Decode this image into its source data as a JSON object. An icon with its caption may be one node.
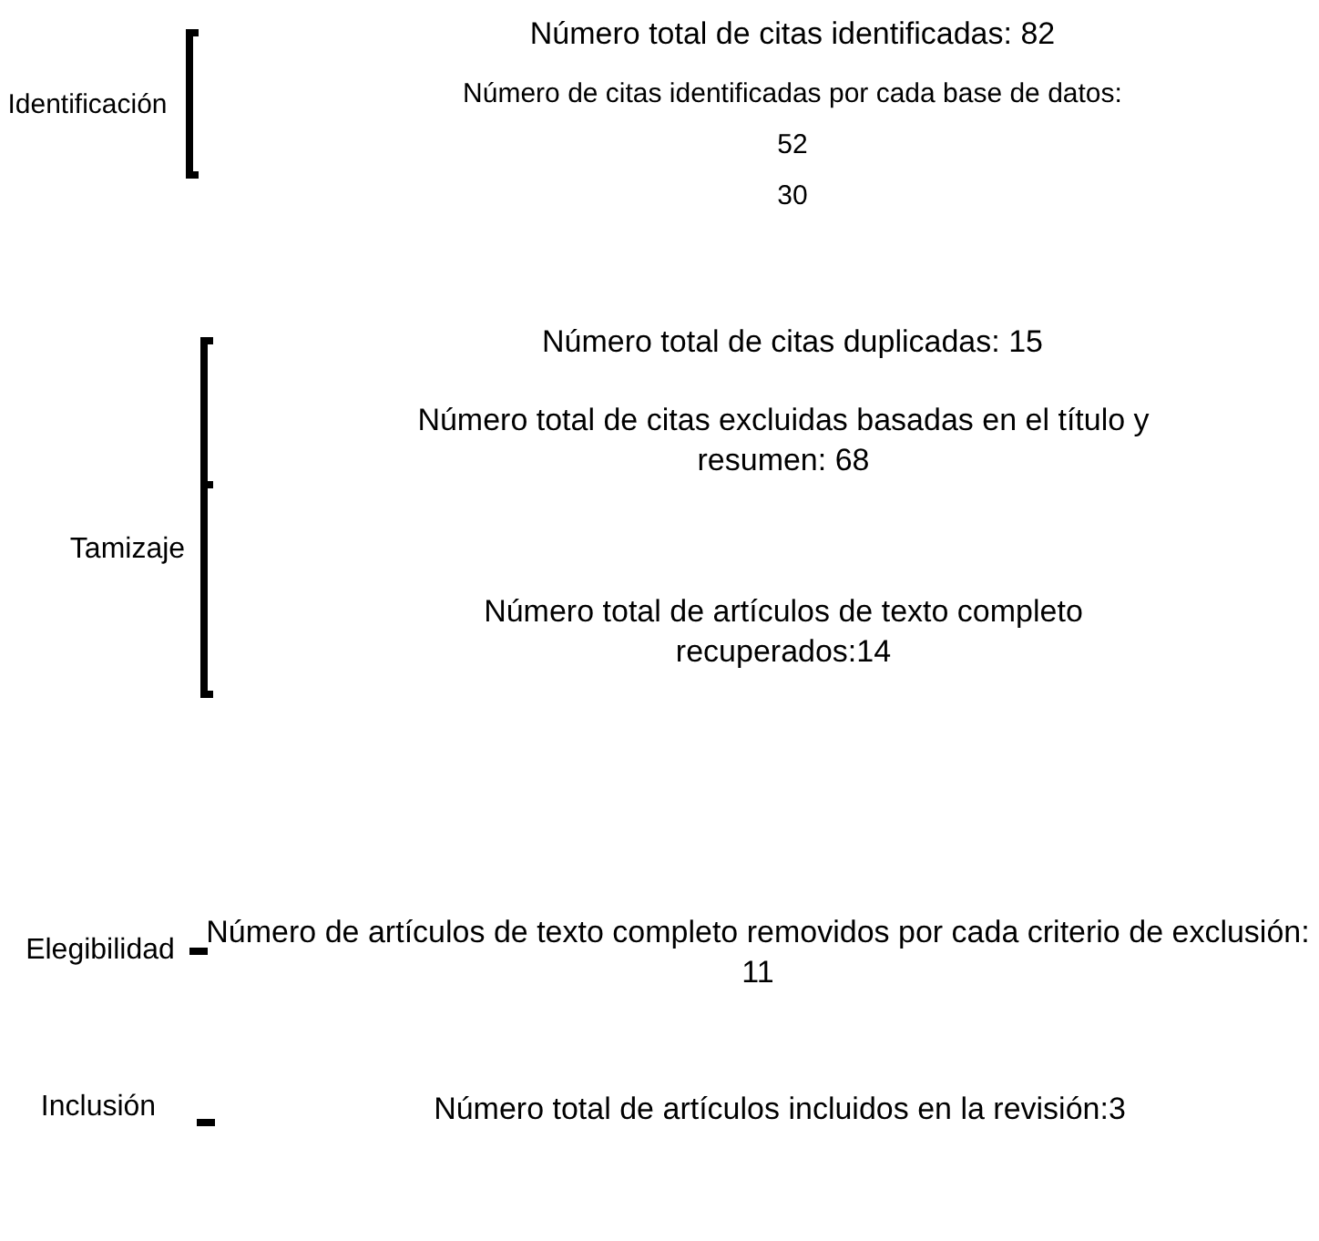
{
  "diagram": {
    "labels": [
      "Identificación",
      "Número total de citas identificadas: 82",
      "Número de citas identificadas por cada base de datos:",
      "52",
      "30",
      "Número total de citas duplicadas: 15",
      "Número total de citas excluidas basadas en el título y resumen: 68",
      "Tamizaje",
      "Número total de artículos de texto completo recuperados:14",
      "Elegibilidad",
      "Número de artículos de texto completo removidos por cada criterio de exclusión: 11",
      "Inclusión",
      "Número total de artículos incluidos en la revisión:3"
    ]
  }
}
